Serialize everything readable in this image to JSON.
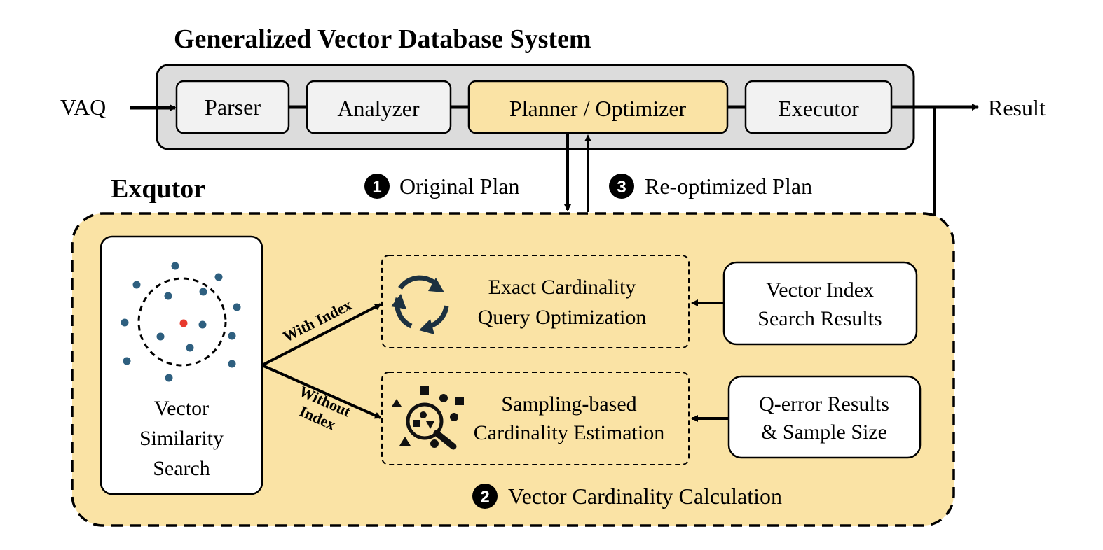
{
  "title": "Generalized Vector Database System",
  "input_label": "VAQ",
  "output_label": "Result",
  "pipeline": {
    "parser": "Parser",
    "analyzer": "Analyzer",
    "planner": "Planner / Optimizer",
    "executor": "Executor"
  },
  "exqutor_title": "Exqutor",
  "steps": {
    "step1": {
      "num": "1",
      "label": "Original Plan"
    },
    "step2": {
      "num": "2",
      "label": "Vector Cardinality Calculation"
    },
    "step3": {
      "num": "3",
      "label": "Re-optimized Plan"
    }
  },
  "similarity_search": {
    "line1": "Vector",
    "line2": "Similarity",
    "line3": "Search"
  },
  "edges": {
    "with_index": "With Index",
    "without_line1": "Without",
    "without_line2": "Index"
  },
  "exact_card": {
    "line1": "Exact Cardinality",
    "line2": "Query Optimization"
  },
  "sampling_card": {
    "line1": "Sampling-based",
    "line2": "Cardinality Estimation"
  },
  "index_results": {
    "line1": "Vector Index",
    "line2": "Search Results"
  },
  "qerror_results": {
    "line1": "Q-error Results",
    "line2": "& Sample Size"
  },
  "colors": {
    "panel_fill": "#dcdcdc",
    "box_fill": "#f2f2f2",
    "highlight_fill": "#fae3a5",
    "exqutor_fill": "#fae3a5",
    "scatter_point": "#2e5f7f",
    "query_point": "#e8392d",
    "recycle_icon": "#1c3140"
  }
}
